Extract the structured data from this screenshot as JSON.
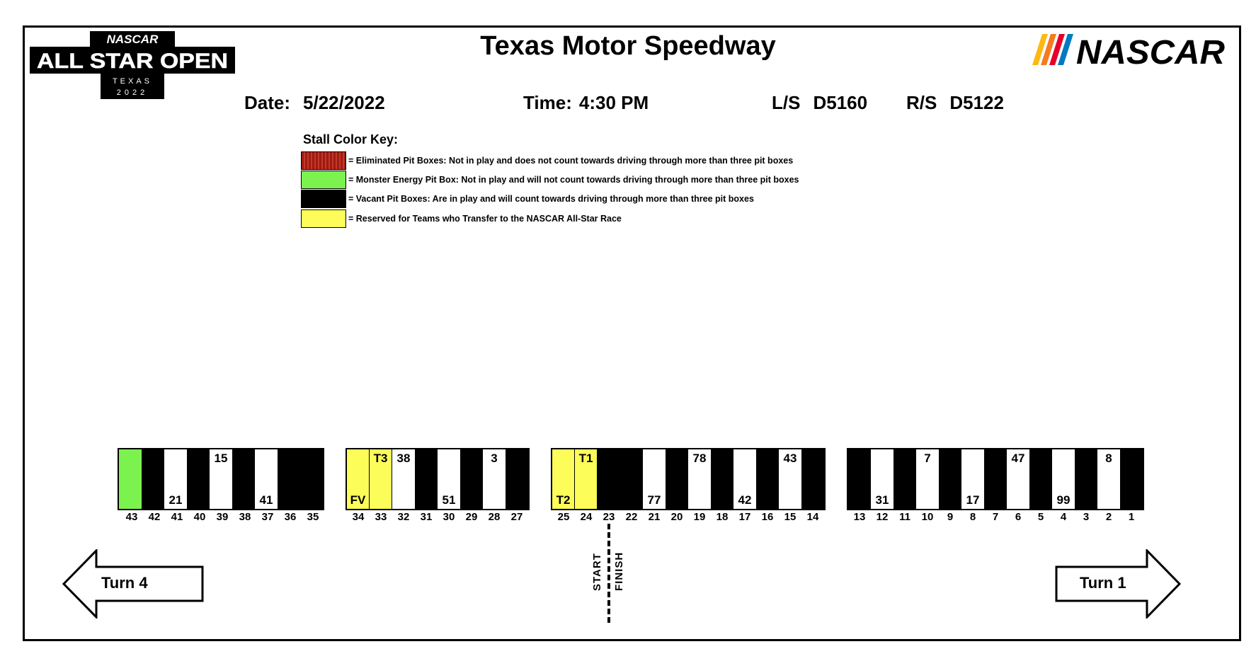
{
  "header": {
    "title": "Texas Motor Speedway",
    "date_label": "Date:",
    "date": "5/22/2022",
    "time_label": "Time:",
    "time": "4:30 PM",
    "ls_label": "L/S",
    "ls": "D5160",
    "rs_label": "R/S",
    "rs": "D5122"
  },
  "logos": {
    "left": {
      "brand": "NASCAR",
      "line1": "ALL STAR OPEN",
      "line2": "TEXAS",
      "line3": "2022"
    },
    "right": {
      "brand": "NASCAR"
    }
  },
  "key": {
    "title": "Stall Color Key:",
    "items": [
      {
        "color": "#b22a1f",
        "text": "= Eliminated Pit Boxes:  Not in play and does not count towards driving through more than three pit boxes"
      },
      {
        "color": "#7cf24f",
        "text": "= Monster Energy Pit Box:  Not in play and will not count towards driving through more than three pit boxes"
      },
      {
        "color": "#000000",
        "text": "= Vacant Pit Boxes:  Are in play and will count towards driving through more than three pit boxes"
      },
      {
        "color": "#fdfd5a",
        "text": "= Reserved for Teams who Transfer to the NASCAR All-Star Race"
      }
    ]
  },
  "pit_road": {
    "groups": [
      {
        "stalls": [
          {
            "stall": "43",
            "color": "green",
            "car": ""
          },
          {
            "stall": "42",
            "color": "black",
            "car": ""
          },
          {
            "stall": "41",
            "color": "white",
            "car": "21"
          },
          {
            "stall": "40",
            "color": "black",
            "car": ""
          },
          {
            "stall": "39",
            "color": "white",
            "car": "15"
          },
          {
            "stall": "38",
            "color": "black",
            "car": ""
          },
          {
            "stall": "37",
            "color": "white",
            "car": "41"
          },
          {
            "stall": "36",
            "color": "black",
            "car": ""
          },
          {
            "stall": "35",
            "color": "black",
            "car": ""
          }
        ]
      },
      {
        "stalls": [
          {
            "stall": "34",
            "color": "yellow",
            "car": "FV"
          },
          {
            "stall": "33",
            "color": "yellow",
            "car": "T3"
          },
          {
            "stall": "32",
            "color": "white",
            "car": "38"
          },
          {
            "stall": "31",
            "color": "black",
            "car": ""
          },
          {
            "stall": "30",
            "color": "white",
            "car": "51"
          },
          {
            "stall": "29",
            "color": "black",
            "car": ""
          },
          {
            "stall": "28",
            "color": "white",
            "car": "3"
          },
          {
            "stall": "27",
            "color": "black",
            "car": ""
          }
        ]
      },
      {
        "stalls": [
          {
            "stall": "25",
            "color": "yellow",
            "car": "T2"
          },
          {
            "stall": "24",
            "color": "yellow",
            "car": "T1"
          },
          {
            "stall": "23",
            "color": "black",
            "car": ""
          },
          {
            "stall": "22",
            "color": "black",
            "car": ""
          },
          {
            "stall": "21",
            "color": "white",
            "car": "77"
          },
          {
            "stall": "20",
            "color": "black",
            "car": ""
          },
          {
            "stall": "19",
            "color": "white",
            "car": "78"
          },
          {
            "stall": "18",
            "color": "black",
            "car": ""
          },
          {
            "stall": "17",
            "color": "white",
            "car": "42"
          },
          {
            "stall": "16",
            "color": "black",
            "car": ""
          },
          {
            "stall": "15",
            "color": "white",
            "car": "43"
          },
          {
            "stall": "14",
            "color": "black",
            "car": ""
          }
        ]
      },
      {
        "stalls": [
          {
            "stall": "13",
            "color": "black",
            "car": ""
          },
          {
            "stall": "12",
            "color": "white",
            "car": "31"
          },
          {
            "stall": "11",
            "color": "black",
            "car": ""
          },
          {
            "stall": "10",
            "color": "white",
            "car": "7"
          },
          {
            "stall": "9",
            "color": "black",
            "car": ""
          },
          {
            "stall": "8",
            "color": "white",
            "car": "17"
          },
          {
            "stall": "7",
            "color": "black",
            "car": ""
          },
          {
            "stall": "6",
            "color": "white",
            "car": "47"
          },
          {
            "stall": "5",
            "color": "black",
            "car": ""
          },
          {
            "stall": "4",
            "color": "white",
            "car": "99"
          },
          {
            "stall": "3",
            "color": "black",
            "car": ""
          },
          {
            "stall": "2",
            "color": "white",
            "car": "8"
          },
          {
            "stall": "1",
            "color": "black",
            "car": ""
          }
        ]
      }
    ],
    "start_label": "START",
    "finish_label": "FINISH"
  },
  "arrows": {
    "left": "Turn 4",
    "right": "Turn 1"
  }
}
